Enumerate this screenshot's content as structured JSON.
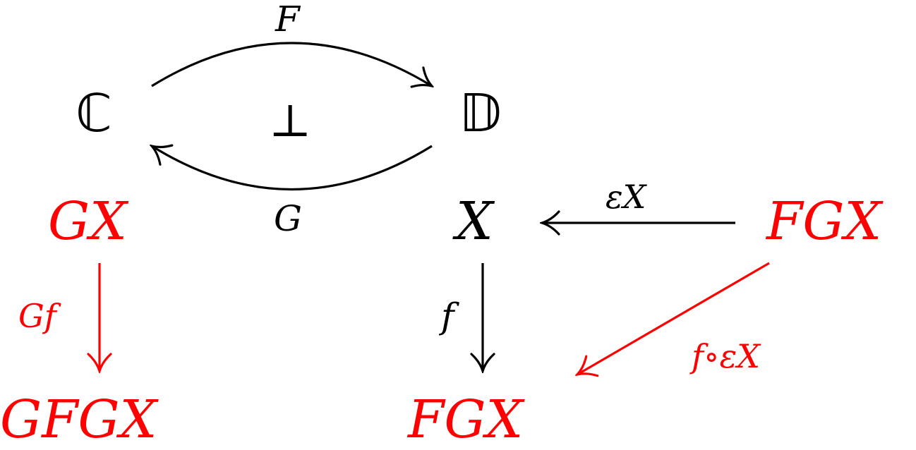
{
  "colors": {
    "primary": "#000000",
    "highlight": "#ff0000"
  },
  "objects": {
    "C": "ℂ",
    "D": "𝔻",
    "GX": "GX",
    "X": "X",
    "FGX_right": "FGX",
    "GFGX": "GFGX",
    "FGX_bottom": "FGX"
  },
  "morphisms": {
    "F": "F",
    "G": "G",
    "perp": "⊥",
    "epsilon_X": "εX",
    "f": "f",
    "Gf": "Gf",
    "f_comp_epsilon_X": "f∘εX"
  }
}
